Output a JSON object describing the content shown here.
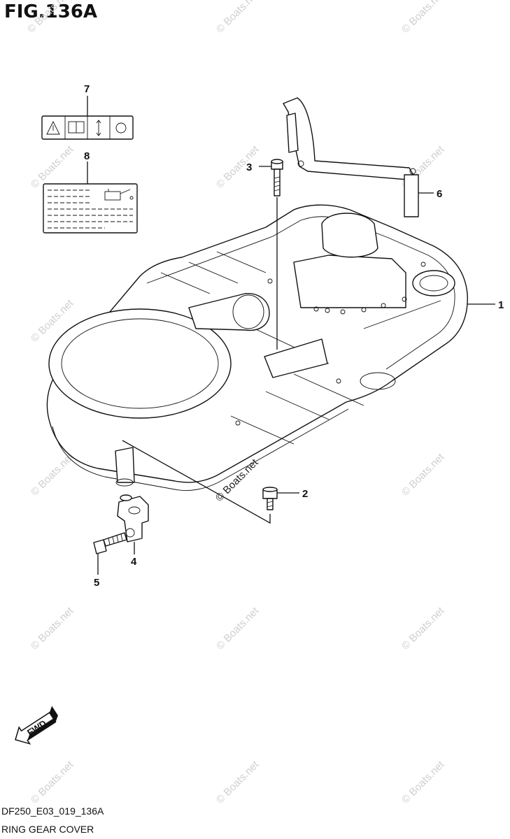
{
  "figure": {
    "title": "FIG.136A"
  },
  "footer": {
    "code": "DF250_E03_019_136A",
    "name": "RING GEAR COVER"
  },
  "callouts": [
    "1",
    "2",
    "3",
    "4",
    "5",
    "6",
    "7",
    "8"
  ],
  "direction_arrow": {
    "label": "FWD"
  },
  "watermark": {
    "text": "© Boats.net"
  }
}
